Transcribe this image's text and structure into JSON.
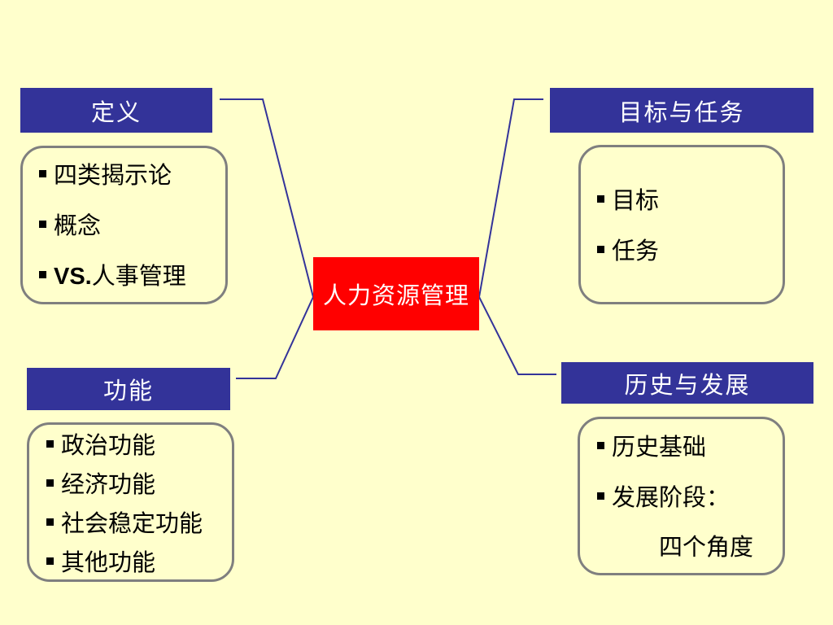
{
  "center_title": "人力资源管理",
  "definition": {
    "title": "定义",
    "items": [
      "四类揭示论",
      "概念"
    ],
    "vs_prefix": "VS.",
    "vs_suffix": "人事管理"
  },
  "goals": {
    "title": "目标与任务",
    "items": [
      "目标",
      "任务"
    ]
  },
  "functions": {
    "title": "功能",
    "items": [
      "政治功能",
      "经济功能",
      "社会稳定功能",
      "其他功能"
    ]
  },
  "history": {
    "title": "历史与发展",
    "items": [
      "历史基础",
      "发展阶段："
    ],
    "sub_item": "四个角度"
  },
  "colors": {
    "background": "#FFFFCC",
    "header_fill": "#333399",
    "center_fill": "#FF0000",
    "box_border": "#7F7F7F",
    "connector": "#333399"
  }
}
